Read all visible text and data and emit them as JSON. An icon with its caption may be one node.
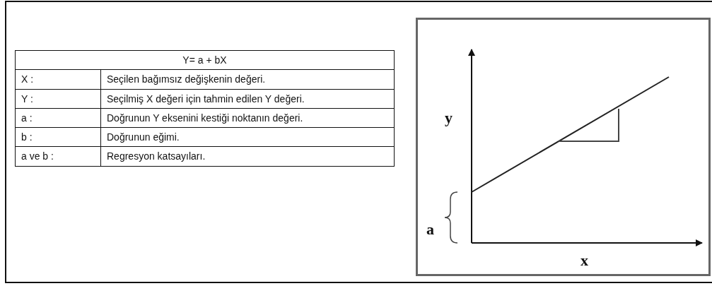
{
  "diagram": {
    "labels": [
      "Y= a + bX",
      "X :",
      "Seçilen bağımsız değişkenin değeri.",
      "Y :",
      "Seçilmiş X değeri için tahmin edilen Y değeri.",
      "a :",
      "Doğrunun Y eksenini kestiği noktanın değeri.",
      "b :",
      "Doğrunun eğimi.",
      "a ve b :",
      "Regresyon katsayıları.",
      "y",
      "a",
      "x"
    ]
  }
}
